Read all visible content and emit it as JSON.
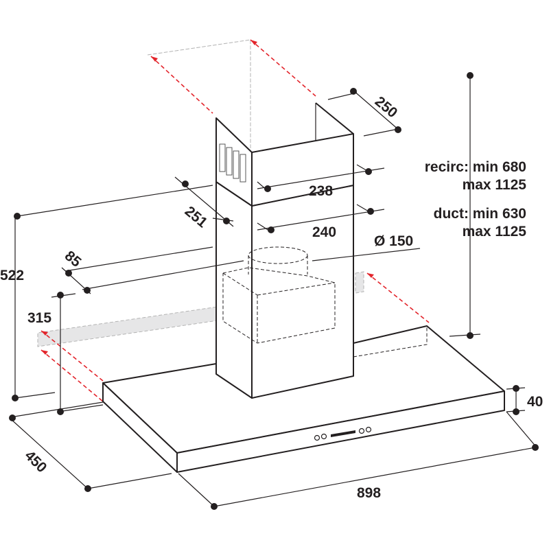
{
  "title": "Chimney hood dimensions diagram",
  "dimensions": {
    "chimney_depth": "250",
    "upper_chimney_width": "238",
    "lower_chimney_width": "240",
    "chimney_side": "251",
    "offset": "85",
    "outlet_diameter": "Ø 150",
    "total_height": "522",
    "hood_height_to_outlet": "315",
    "hood_thickness": "40",
    "hood_depth": "450",
    "hood_width": "898"
  },
  "chimney_height": {
    "recirc_line1": "recirc: min 680",
    "recirc_line2": "max 1125",
    "duct_line1": "duct: min 630",
    "duct_line2": "max 1125"
  },
  "colors": {
    "accent": "#e3242b",
    "wall": "#e6e6e7",
    "line": "#231f20"
  }
}
